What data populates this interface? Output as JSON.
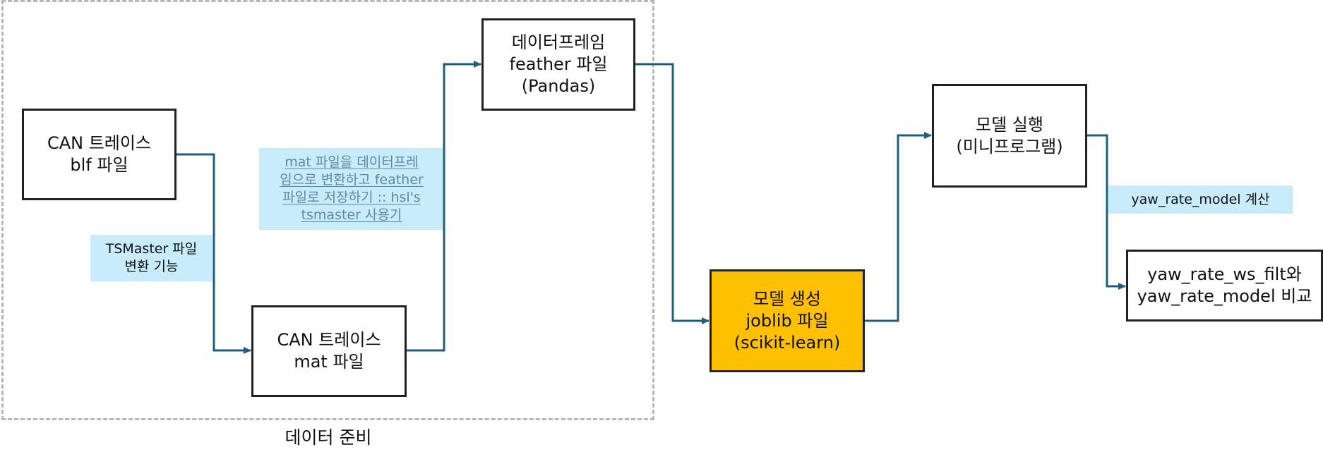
{
  "colors": {
    "connector": "#1f5f7d",
    "highlight": "#ffc000",
    "note_bg": "#c9ecfb",
    "group_border": "#b7b7b7"
  },
  "group": {
    "label": "데이터 준비"
  },
  "boxes": {
    "can_blf": "CAN 트레이스\nblf 파일",
    "can_mat": "CAN 트레이스\nmat 파일",
    "dataframe": "데이터프레임\nfeather 파일\n(Pandas)",
    "model_create": "모델 생성\njoblib 파일\n(scikit-learn)",
    "model_run": "모델 실행\n(미니프로그램)",
    "compare": "yaw_rate_ws_filt와\nyaw_rate_model 비교"
  },
  "notes": {
    "tsmaster": "TSMaster 파일\n변환 기능",
    "mat_to_feather_link": "mat 파일을 데이터프레\n임으로 변환하고 feather\n파일로 저장하기 :: hsl's\ntsmaster 사용기",
    "yaw_calc": "yaw_rate_model 계산"
  }
}
